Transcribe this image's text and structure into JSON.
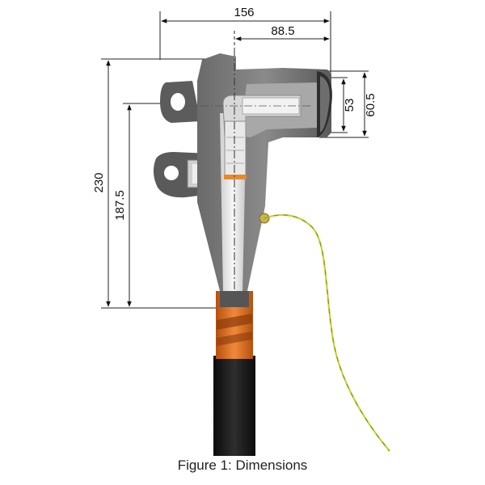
{
  "figure": {
    "caption": "Figure 1: Dimensions",
    "colors": {
      "body_dark": "#5e5e5e",
      "body_light": "#9c9c9c",
      "inner": "#e4e4e4",
      "orange": "#d9641c",
      "cable": "#151515",
      "earth_wire": "#c8c83a"
    }
  },
  "dimensions": {
    "overall_width": "156",
    "half_width": "88.5",
    "bore_inner": "53",
    "bore_outer": "60.5",
    "total_height": "230",
    "lower_height": "187.5"
  }
}
